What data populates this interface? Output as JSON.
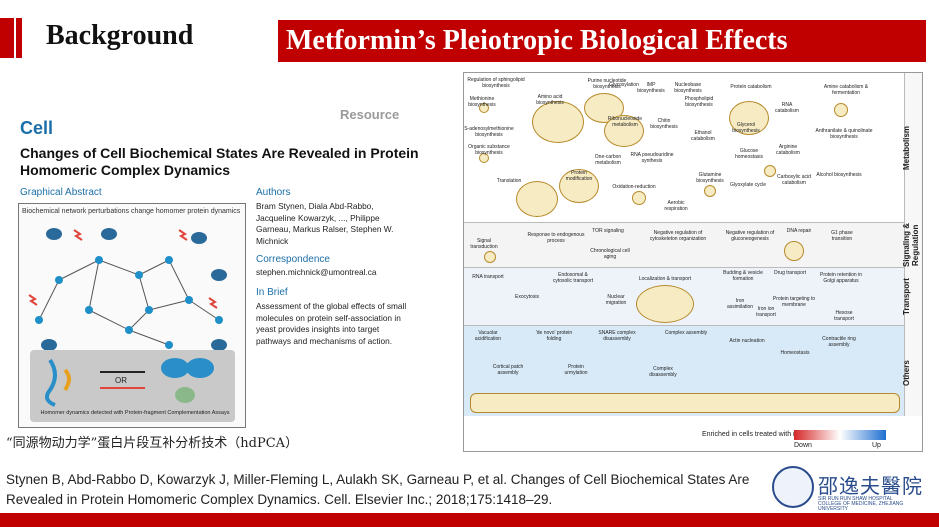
{
  "header": {
    "section_title": "Background",
    "slide_title": "Metformin’s Pleiotropic Biological Effects"
  },
  "paper": {
    "journal": "Cell",
    "type": "Resource",
    "title": "Changes of Cell Biochemical States Are Revealed in Protein Homomeric Complex Dynamics",
    "graphical_abstract_label": "Graphical Abstract",
    "ga_header": "Biochemical network perturbations change homomer protein dynamics",
    "ga_footer": "Homomer dynamics detected with Protein-fragment Complementation Assays",
    "ga_or": "OR",
    "authors_label": "Authors",
    "authors": "Bram Stynen, Diala Abd-Rabbo, Jacqueline Kowarzyk, ..., Philippe Garneau, Markus Ralser, Stephen W. Michnick",
    "correspondence_label": "Correspondence",
    "correspondence": "stephen.michnick@umontreal.ca",
    "in_brief_label": "In Brief",
    "in_brief": "Assessment of the global effects of small molecules on protein self-association in yeast provides insights into target pathways and mechanisms of action."
  },
  "caption": "“同源物动力学”蛋白片段互补分析技术（hdPCA）",
  "citation": "Stynen B, Abd-Rabbo D, Kowarzyk J, Miller-Fleming L, Aulakh SK, Garneau P, et al. Changes of Cell Biochemical States Are Revealed in Protein Homomeric Complex Dynamics. Cell. Elsevier Inc.; 2018;175:1418–29.",
  "logo": {
    "name": "邵逸夫醫院",
    "sub": "SIR RUN RUN SHAW HOSPITAL COLLEGE OF MEDICINE, ZHEJIANG UNIVERSITY"
  },
  "figure": {
    "bands": [
      "Metabolism",
      "Signaling & Regulation",
      "Transport",
      "Others"
    ],
    "metabolism_nodes": [
      "Regulation of sphingolipid biosynthesis",
      "Methionine biosynthesis",
      "S-adenosylmethionine biosynthesis",
      "Organic substance biosynthesis",
      "Translation",
      "Purine nucleotide biosynthesis",
      "Amino acid biosynthesis",
      "Glycosylation",
      "IMP biosynthesis",
      "Nucleobase biosynthesis",
      "Phospholipid biosynthesis",
      "Ribonucleoside metabolism",
      "Chitin biosynthesis",
      "Ethanol catabolism",
      "One-carbon metabolism",
      "RNA pseudouridine synthesis",
      "Protein modification",
      "Oxidation-reduction",
      "Glutamine biosynthesis",
      "Aerobic respiration",
      "Protein catabolism",
      "Glycerol biosynthesis",
      "RNA catabolism",
      "Glucose homeostasis",
      "Arginine catabolism",
      "Carboxylic acid catabolism",
      "Glyoxylate cycle",
      "Amine catabolism & fermentation",
      "Anthranilate & quinolinate biosynthesis",
      "Alcohol biosynthesis"
    ],
    "signaling_nodes": [
      "Signal transduction",
      "Response to endogenous process",
      "TOR signaling",
      "Chronological cell aging",
      "Negative regulation of cytoskeleton organization",
      "Negative regulation of gluconeogenesis",
      "DNA repair",
      "G1 phase transition"
    ],
    "transport_nodes": [
      "RNA transport",
      "Exocytosis",
      "Endosomal & cytosolic transport",
      "Nuclear migration",
      "Localization & transport",
      "Budding & vesicle formation",
      "Iron assimilation",
      "Iron ion transport",
      "Drug transport",
      "Protein targeting to membrane",
      "Protein retention in Golgi apparatus",
      "Hexose transport"
    ],
    "others_nodes": [
      "Vacuolar acidification",
      "'de novo' protein folding",
      "SNARE complex disassembly",
      "Complex assembly",
      "Actin nucleation",
      "Contractile ring assembly",
      "Cortical patch assembly",
      "Protein urmylation",
      "Complex disassembly",
      "Homeostasis"
    ],
    "legend_text": "Enriched in cells treated with metformin",
    "legend_down": "Down",
    "legend_up": "Up",
    "colors": {
      "down": "#d62728",
      "up": "#1f6fd0",
      "node_fill": "#f7ebc4"
    }
  }
}
